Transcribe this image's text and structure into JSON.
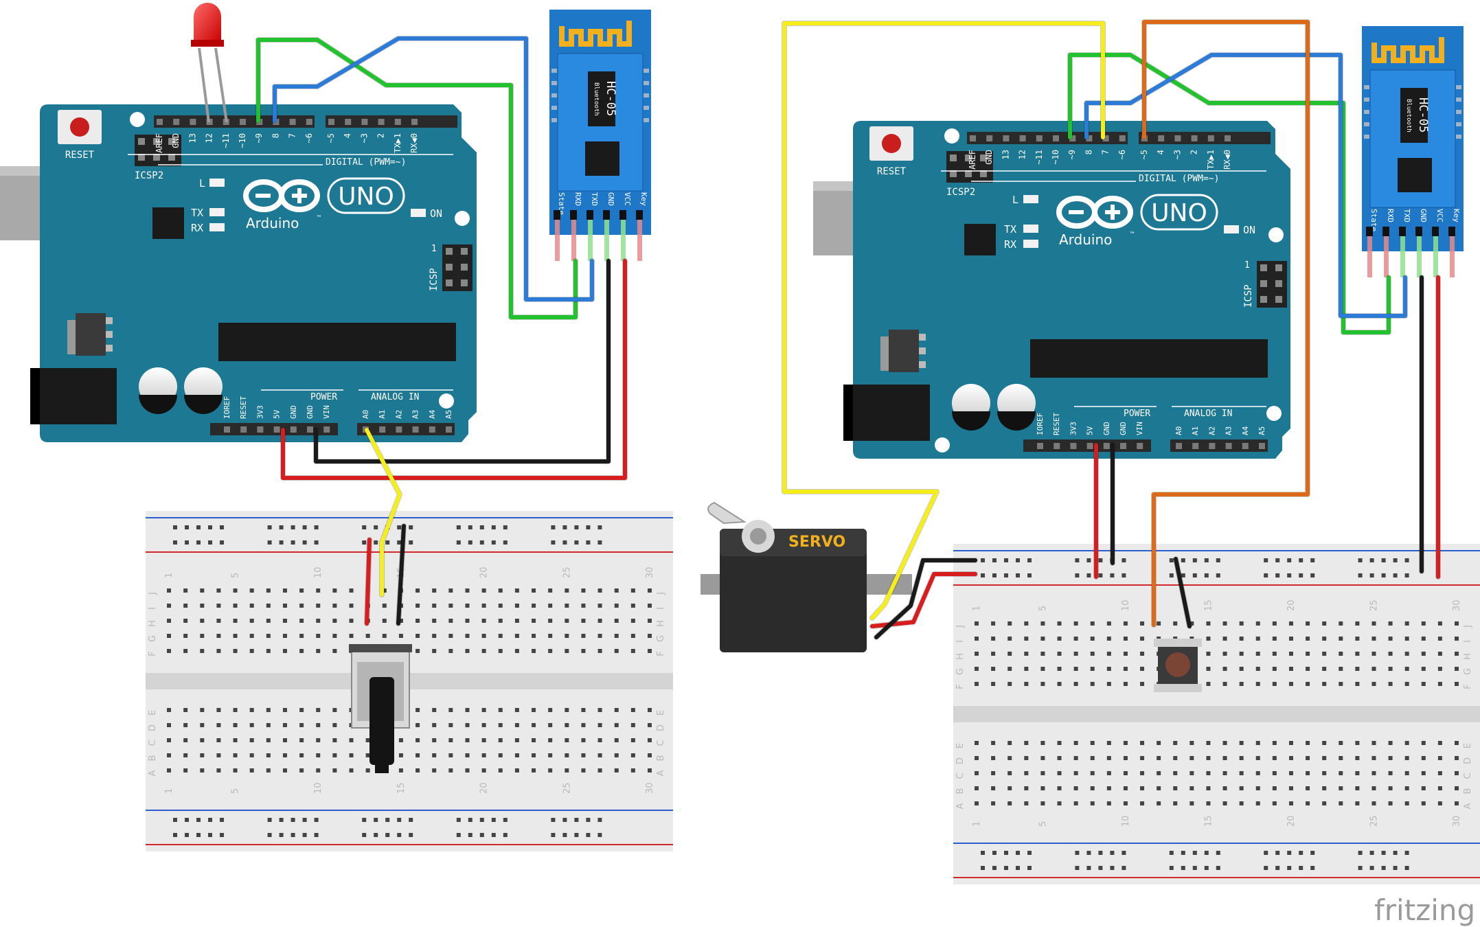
{
  "colors": {
    "board": "#1d7893",
    "board_dark": "#14566b",
    "hc05": "#1f77c8",
    "wire_green": "#22c22e",
    "wire_blue": "#2c7bd6",
    "wire_yellow": "#f5ee1a",
    "wire_red": "#d71d1d",
    "wire_black": "#1a1a1a",
    "wire_orange": "#dc6a18",
    "breadboard": "#eaeaea",
    "servo_body": "#2b2b2b",
    "servo_label": "#f2b01e"
  },
  "arduino": {
    "reset": "RESET",
    "icsp2": "ICSP2",
    "icsp": "ICSP",
    "icsp_pin1": "1",
    "led_l": "L",
    "tx": "TX",
    "rx": "RX",
    "on": "ON",
    "brand": "Arduino",
    "tm": "™",
    "uno": "UNO",
    "digital": "DIGITAL (PWM=~)",
    "power": "POWER",
    "analog_in": "ANALOG IN",
    "digital_pins": [
      "AREF",
      "GND",
      "13",
      "12",
      "~11",
      "~10",
      "~9",
      "8",
      "7",
      "~6",
      "~5",
      "4",
      "~3",
      "2",
      "TX▶1",
      "RX◀0"
    ],
    "power_pins": [
      "IOREF",
      "RESET",
      "3V3",
      "5V",
      "GND",
      "GND",
      "VIN"
    ],
    "analog_pins": [
      "A0",
      "A1",
      "A2",
      "A3",
      "A4",
      "A5"
    ]
  },
  "hc05": {
    "name": "HC-05",
    "sub": "Bluetooth",
    "pins": [
      "State",
      "RXD",
      "TXD",
      "GND",
      "VCC",
      "Key"
    ]
  },
  "breadboard": {
    "top_numbers": [
      "1",
      "5",
      "10",
      "15",
      "20",
      "25",
      "30"
    ],
    "row_letters_upper": [
      "J",
      "I",
      "H",
      "G",
      "F"
    ],
    "row_letters_lower": [
      "E",
      "D",
      "C",
      "B",
      "A"
    ]
  },
  "servo": {
    "label": "SERVO"
  },
  "watermark": "fritzing"
}
